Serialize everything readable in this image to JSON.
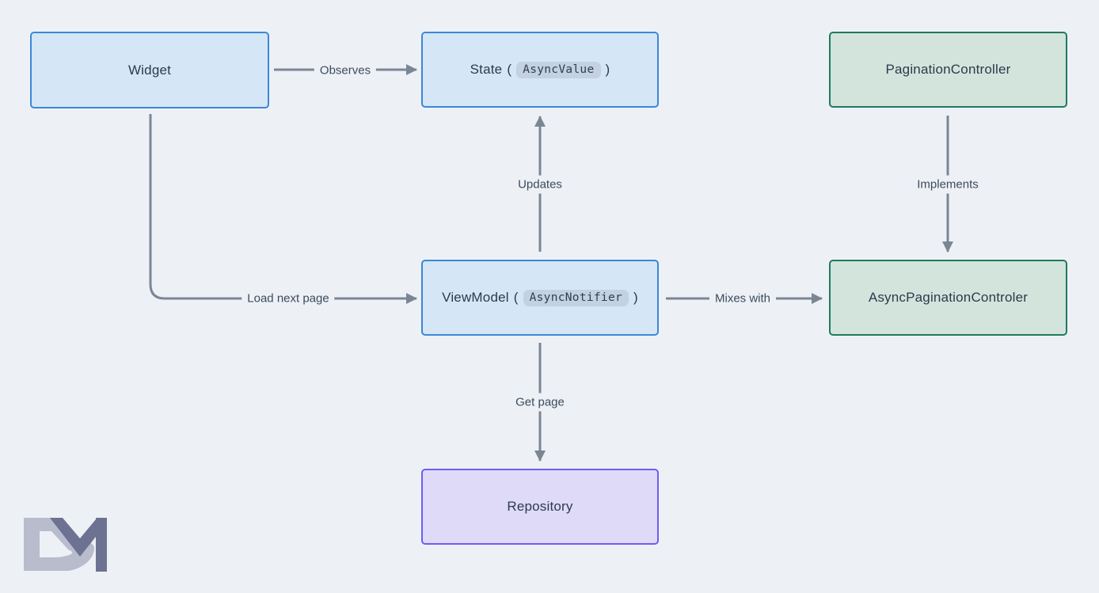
{
  "colors": {
    "background": "#edf1f6",
    "node_text": "#2c3a4e",
    "blue_fill": "#d5e6f6",
    "blue_border": "#3d87d8",
    "green_fill": "#d3e4dc",
    "green_border": "#1f7a5e",
    "purple_fill": "#dfdaf8",
    "purple_border": "#6d5ef5",
    "arrow": "#7b8695",
    "edge_label_text": "#3d4a5c",
    "code_chip_bg": "#c3d1e0",
    "code_text": "#2f3e52",
    "logo_d": "#b8bccd",
    "logo_m": "#6d7292"
  },
  "nodes": {
    "widget": {
      "label": "Widget",
      "color": "blue"
    },
    "state": {
      "label": "State",
      "open_paren": "(",
      "code": "AsyncValue",
      "close_paren": ")",
      "color": "blue"
    },
    "pagination_controller": {
      "label": "PaginationController",
      "color": "green"
    },
    "viewmodel": {
      "label": "ViewModel",
      "open_paren": "(",
      "code": "AsyncNotifier",
      "close_paren": ")",
      "color": "blue"
    },
    "async_pagination_controler": {
      "label": "AsyncPaginationControler",
      "color": "green"
    },
    "repository": {
      "label": "Repository",
      "color": "purple"
    }
  },
  "edges": {
    "observes": {
      "label": "Observes",
      "from": "widget",
      "to": "state"
    },
    "updates": {
      "label": "Updates",
      "from": "viewmodel",
      "to": "state"
    },
    "implements": {
      "label": "Implements",
      "from": "pagination_controller",
      "to": "async_pagination_controler"
    },
    "load_next_page": {
      "label": "Load next page",
      "from": "widget",
      "to": "viewmodel"
    },
    "mixes_with": {
      "label": "Mixes with",
      "from": "viewmodel",
      "to": "async_pagination_controler"
    },
    "get_page": {
      "label": "Get page",
      "from": "viewmodel",
      "to": "repository"
    }
  },
  "logo": {
    "monogram": "DM"
  }
}
